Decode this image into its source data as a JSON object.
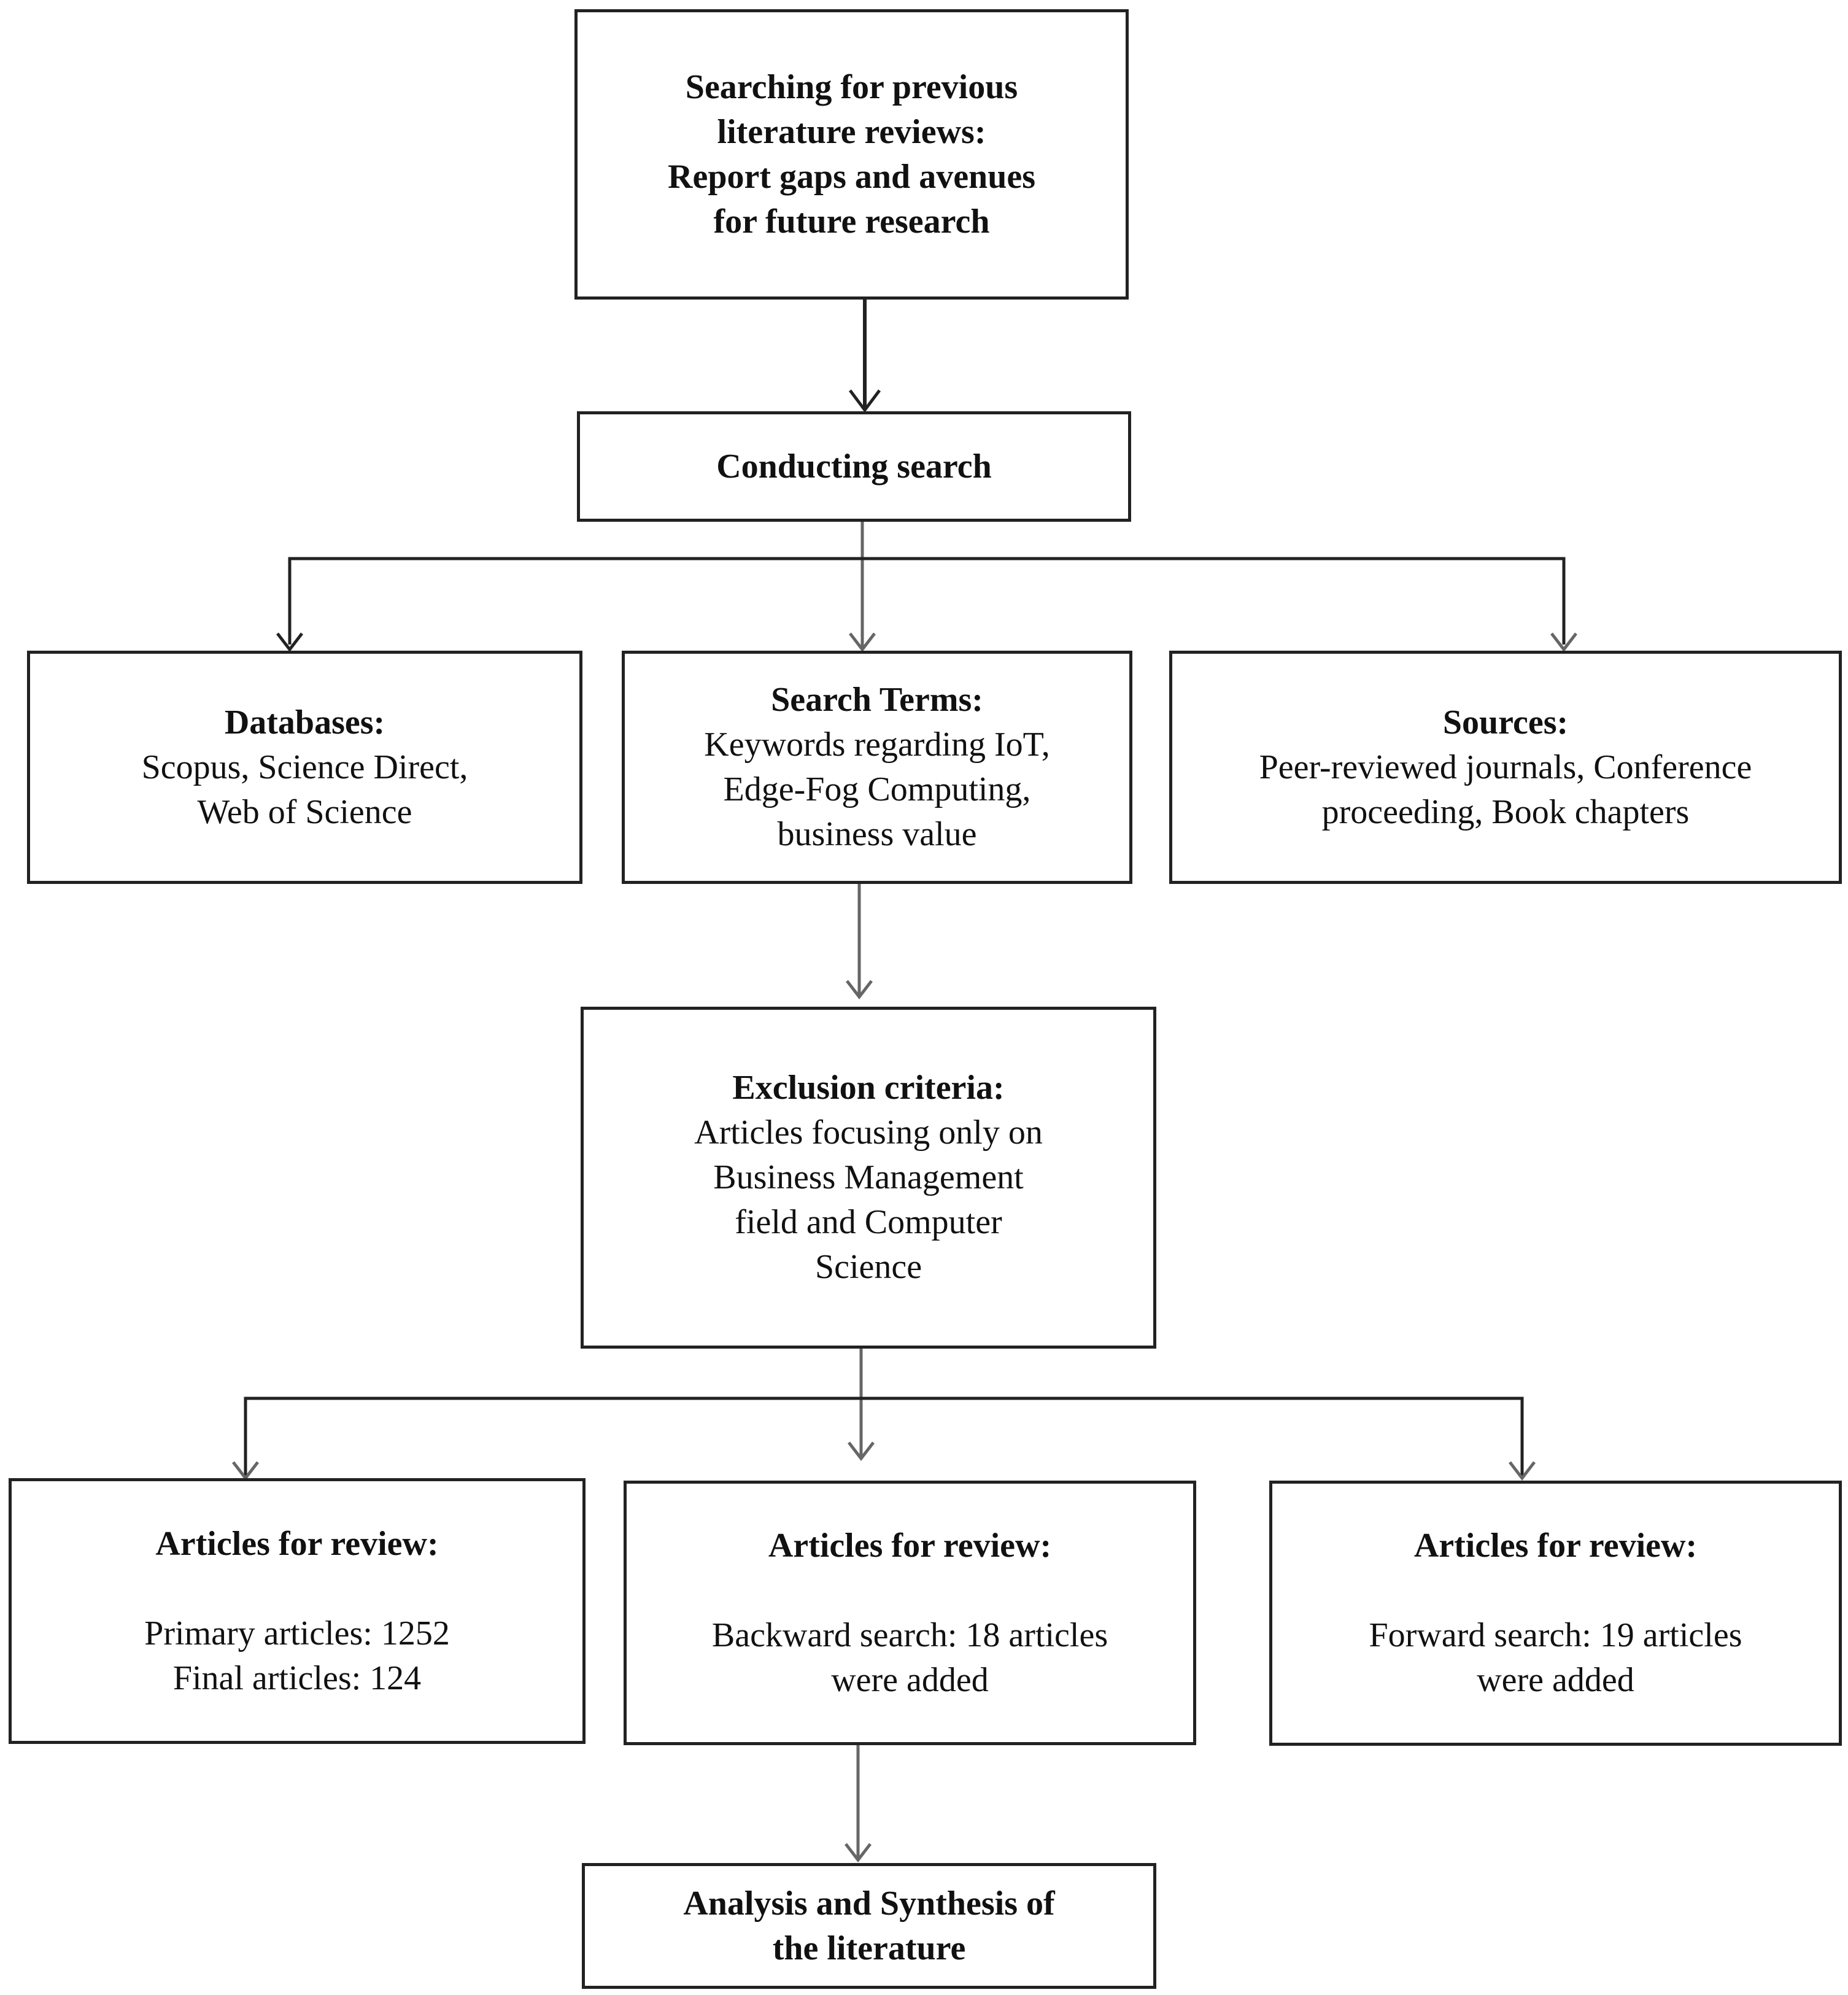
{
  "nodes": {
    "previous_reviews": {
      "lines": [
        "Searching for previous",
        "literature reviews:",
        "Report gaps and avenues",
        "for future research"
      ]
    },
    "conducting_search": {
      "title": "Conducting search"
    },
    "databases": {
      "title": "Databases:",
      "lines": [
        "Scopus, Science Direct,",
        "Web of Science"
      ]
    },
    "search_terms": {
      "title": "Search Terms:",
      "lines": [
        "Keywords regarding IoT,",
        "Edge-Fog Computing,",
        "business value"
      ]
    },
    "sources": {
      "title": "Sources:",
      "lines": [
        "Peer-reviewed journals, Conference",
        "proceeding, Book chapters"
      ]
    },
    "exclusion": {
      "title": "Exclusion criteria:",
      "lines": [
        "Articles focusing only on",
        "Business Management",
        "field and Computer",
        "Science"
      ]
    },
    "review_primary": {
      "title": "Articles for review:",
      "lines": [
        "Primary articles:  1252",
        "Final articles: 124"
      ]
    },
    "review_backward": {
      "title": "Articles for review:",
      "lines": [
        "Backward search: 18 articles",
        "were added"
      ]
    },
    "review_forward": {
      "title": "Articles for review:",
      "lines": [
        "Forward search: 19 articles",
        "were added"
      ]
    },
    "analysis": {
      "lines": [
        "Analysis and Synthesis of",
        "the literature"
      ]
    }
  },
  "colors": {
    "border": "#222222",
    "arrow_dark": "#222222",
    "arrow_light": "#666666"
  }
}
